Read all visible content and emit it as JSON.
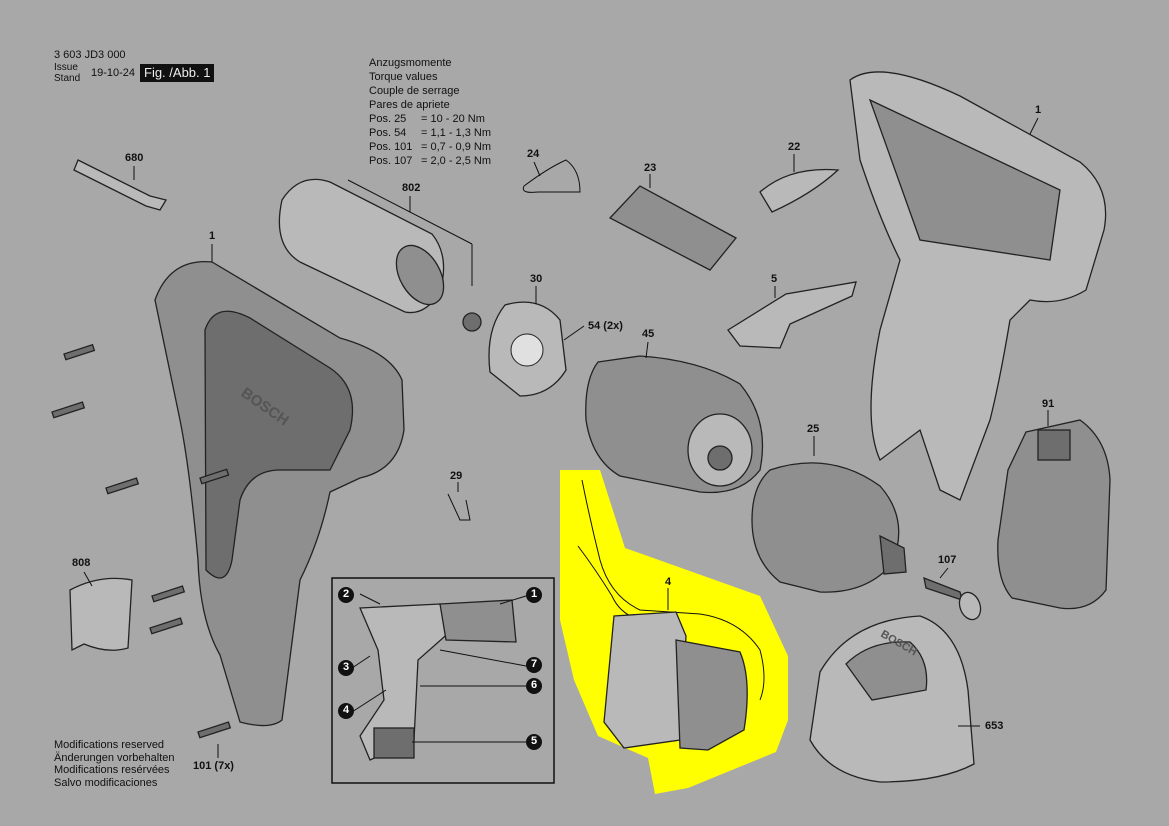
{
  "header": {
    "doc_number": "3 603 JD3 000",
    "issue_label": "Issue",
    "stand_label": "Stand",
    "date": "19-10-24",
    "figure": "Fig. /Abb. 1"
  },
  "torque": {
    "title_de": "Anzugsmomente",
    "title_en": "Torque values",
    "title_fr": "Couple de serrage",
    "title_es": "Pares de apriete",
    "rows": [
      {
        "pos": "Pos. 25",
        "value": "= 10 - 20 Nm"
      },
      {
        "pos": "Pos. 54",
        "value": "= 1,1 - 1,3 Nm"
      },
      {
        "pos": "Pos. 101",
        "value": "= 0,7 - 0,9 Nm"
      },
      {
        "pos": "Pos. 107",
        "value": "= 2,0 - 2,5 Nm"
      }
    ]
  },
  "parts": {
    "p680": "680",
    "p802": "802",
    "p1_left": "1",
    "p1_right": "1",
    "p24": "24",
    "p23": "23",
    "p22": "22",
    "p30": "30",
    "p54": "54 (2x)",
    "p45": "45",
    "p5": "5",
    "p91": "91",
    "p25": "25",
    "p29": "29",
    "p4": "4",
    "p107": "107",
    "p808": "808",
    "p653": "653",
    "p101": "101 (7x)"
  },
  "inset_callouts": [
    "1",
    "2",
    "3",
    "4",
    "5",
    "6",
    "7"
  ],
  "brand": "BOSCH",
  "modifications": [
    "Modifications reserved",
    "Änderungen vorbehalten",
    "Modifications resérvées",
    "Salvo modificaciones"
  ],
  "colors": {
    "background": "#a8a8a8",
    "highlight": "#ffff00",
    "ink": "#111111"
  }
}
